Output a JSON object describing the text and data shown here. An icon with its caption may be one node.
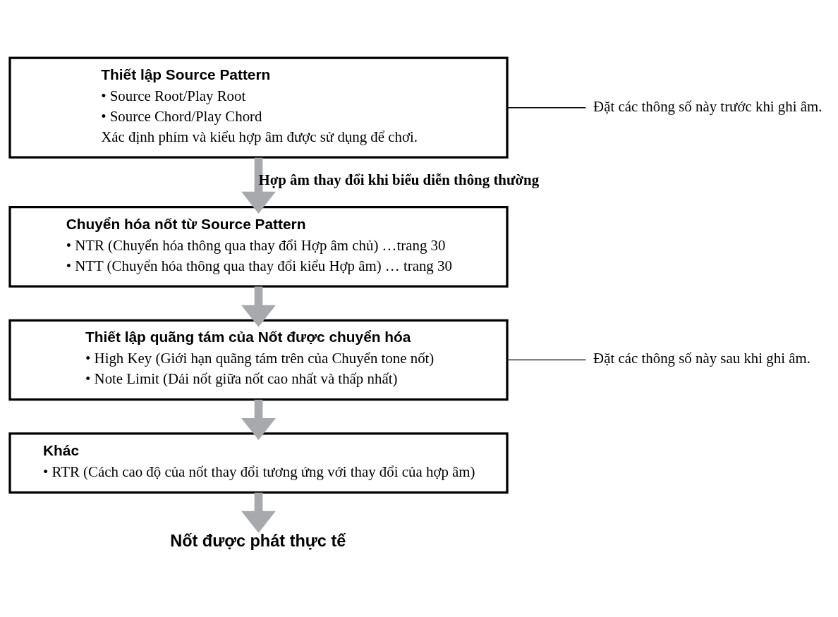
{
  "diagram": {
    "nodes": [
      {
        "text": [
          "Thiết lập Source Pattern",
          "• Source Root/Play Root",
          "• Source Chord/Play Chord",
          "Xác định phím và kiểu hợp âm được sử dụng để chơi."
        ]
      },
      {
        "text": [
          "Chuyển hóa nốt từ Source Pattern",
          "• NTR (Chuyển hóa thông qua thay đổi Hợp âm chủ) …trang 30",
          "• NTT (Chuyển hóa thông qua thay đổi kiểu Hợp âm) … trang 30"
        ]
      },
      {
        "text": [
          "Thiết lập quãng tám của Nốt được chuyển hóa",
          "• High Key (Giới hạn quãng tám trên của Chuyển tone nốt)",
          "• Note Limit (Dải nốt giữa nốt cao nhất và thấp nhất)"
        ]
      },
      {
        "text": [
          "Khác",
          "• RTR (Cách cao độ của nốt thay đổi tương ứng với thay đổi của hợp âm)"
        ]
      },
      {
        "text": [
          "Nốt được phát thực tế"
        ]
      },
      {
        "text": [
          "Đặt các thông số này trước khi ghi âm."
        ]
      }
    ],
    "edges": [
      {
        "from": 0,
        "to": 1,
        "arrow": "to",
        "label": "Hợp âm thay đổi khi biểu diễn thông thường",
        "color": "#a7a9ac"
      },
      {
        "from": 1,
        "to": 2,
        "arrow": "to",
        "color": "#a7a9ac"
      },
      {
        "from": 2,
        "to": 3,
        "arrow": "to",
        "color": "#a7a9ac"
      },
      {
        "from": 3,
        "to": 4,
        "arrow": "to",
        "color": "#a7a9ac"
      },
      {
        "from": 0,
        "to": 5,
        "arrow": "none",
        "color": "#000000"
      }
    ],
    "labels": [
      "Đặt các thông số này sau khi ghi âm."
    ]
  }
}
